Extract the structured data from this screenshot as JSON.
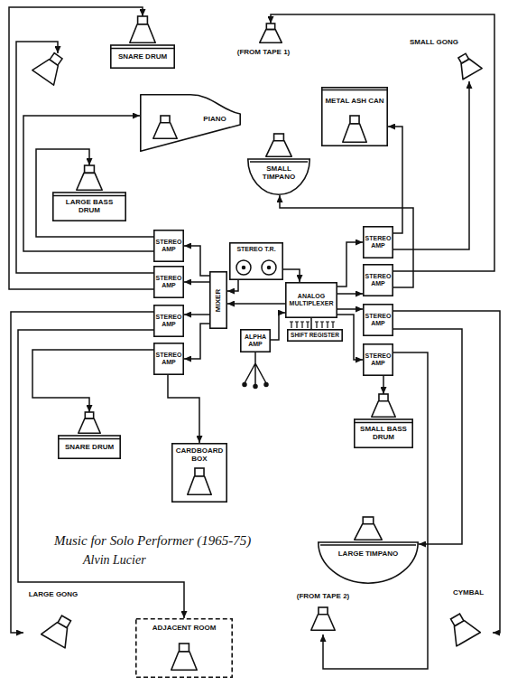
{
  "diagram": {
    "title": "Music for Solo Performer (1965-75)",
    "nodes": [
      {
        "text": [
          "SNARE DRUM"
        ]
      },
      {
        "text": [
          "(FROM TAPE 1)"
        ]
      },
      {
        "text": [
          "SMALL GONG"
        ]
      },
      {
        "text": [
          "METAL ASH CAN"
        ]
      },
      {
        "text": [
          "PIANO"
        ]
      },
      {
        "text": [
          "SMALL TIMPANO"
        ]
      },
      {
        "text": [
          "LARGE BASS DRUM"
        ]
      },
      {
        "text": [
          "STEREO AMP"
        ]
      },
      {
        "text": [
          "STEREO AMP"
        ]
      },
      {
        "text": [
          "STEREO AMP"
        ]
      },
      {
        "text": [
          "STEREO AMP"
        ]
      },
      {
        "text": [
          "STEREO T.R."
        ]
      },
      {
        "text": [
          "MIXER"
        ]
      },
      {
        "text": [
          "ANALOG MULTIPLEXER"
        ]
      },
      {
        "text": [
          "ALPHA AMP"
        ]
      },
      {
        "text": [
          "SHIFT REGISTER"
        ]
      },
      {
        "text": [
          "STEREO AMP"
        ]
      },
      {
        "text": [
          "STEREO AMP"
        ]
      },
      {
        "text": [
          "STEREO AMP"
        ]
      },
      {
        "text": [
          "STEREO AMP"
        ]
      },
      {
        "text": [
          "SMALL BASS DRUM"
        ]
      },
      {
        "text": [
          "SNARE DRUM"
        ]
      },
      {
        "text": [
          "CARDBOARD BOX"
        ]
      },
      {
        "text": [
          "LARGE TIMPANO"
        ]
      },
      {
        "text": [
          "(FROM TAPE 2)"
        ]
      },
      {
        "text": [
          "LARGE GONG"
        ]
      },
      {
        "text": [
          "CYMBAL"
        ]
      },
      {
        "text": [
          "ADJACENT ROOM"
        ]
      }
    ],
    "edges": [
      {
        "from": 7,
        "to": 6,
        "arrow": "to"
      },
      {
        "from": 7,
        "to": 4,
        "arrow": "to"
      },
      {
        "from": 8,
        "to": 0,
        "arrow": "to"
      },
      {
        "from": 9,
        "to": 25,
        "arrow": "to"
      },
      {
        "from": 9,
        "to": 27,
        "arrow": "to"
      },
      {
        "from": 10,
        "to": 21,
        "arrow": "to"
      },
      {
        "from": 10,
        "to": 22,
        "arrow": "to"
      },
      {
        "from": 12,
        "to": 7,
        "arrow": "to"
      },
      {
        "from": 12,
        "to": 8,
        "arrow": "to"
      },
      {
        "from": 12,
        "to": 9,
        "arrow": "to"
      },
      {
        "from": 12,
        "to": 10,
        "arrow": "to"
      },
      {
        "from": 11,
        "to": 12,
        "arrow": "to"
      },
      {
        "from": 11,
        "to": 13,
        "arrow": "to"
      },
      {
        "from": 13,
        "to": 12,
        "arrow": "to"
      },
      {
        "from": 14,
        "to": 13,
        "arrow": "to"
      },
      {
        "from": 15,
        "to": 13,
        "arrow": "none"
      },
      {
        "from": 13,
        "to": 16,
        "arrow": "to"
      },
      {
        "from": 13,
        "to": 17,
        "arrow": "to"
      },
      {
        "from": 13,
        "to": 18,
        "arrow": "to"
      },
      {
        "from": 13,
        "to": 19,
        "arrow": "to"
      },
      {
        "from": 16,
        "to": 3,
        "arrow": "to"
      },
      {
        "from": 16,
        "to": 2,
        "arrow": "to"
      },
      {
        "from": 17,
        "to": 1,
        "arrow": "to"
      },
      {
        "from": 17,
        "to": 5,
        "arrow": "to"
      },
      {
        "from": 18,
        "to": 26,
        "arrow": "to"
      },
      {
        "from": 18,
        "to": 23,
        "arrow": "to"
      },
      {
        "from": 19,
        "to": 20,
        "arrow": "to"
      },
      {
        "from": 19,
        "to": 24,
        "arrow": "to"
      }
    ],
    "labels": [
      "Alvin Lucier"
    ]
  }
}
